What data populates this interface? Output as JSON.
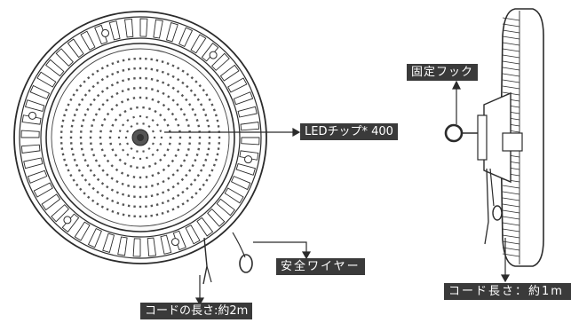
{
  "labels": {
    "led_chips": "LEDチップ* 400",
    "safety_wire": "安全ワイヤー",
    "cord_length_front": "コードの長さ:約2m",
    "fixing_hook": "固定フック",
    "cord_length_side": "コード長さ：約1m"
  },
  "colors": {
    "outline": "#2b2b2b",
    "led_dot": "#555555",
    "label_bg": "#3a3a3a",
    "label_text": "#ffffff"
  }
}
